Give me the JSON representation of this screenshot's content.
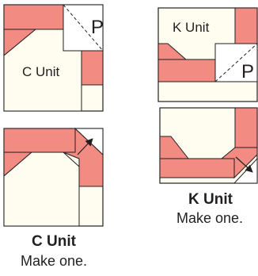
{
  "colors": {
    "pink": "#f28b82",
    "cream": "#fefdf0",
    "outline": "#231f20",
    "background": "#ffffff"
  },
  "top_left_unit": {
    "center_label": "C Unit",
    "corner_label": "P"
  },
  "top_right_unit": {
    "center_label": "K Unit",
    "corner_label": "P"
  },
  "bottom_left_unit": {
    "icon": "arrow-icon"
  },
  "bottom_right_unit": {
    "icon": "arrow-icon"
  },
  "captions": {
    "c_unit": {
      "title": "C Unit",
      "subtitle": "Make one."
    },
    "k_unit": {
      "title": "K Unit",
      "subtitle": "Make one."
    }
  }
}
